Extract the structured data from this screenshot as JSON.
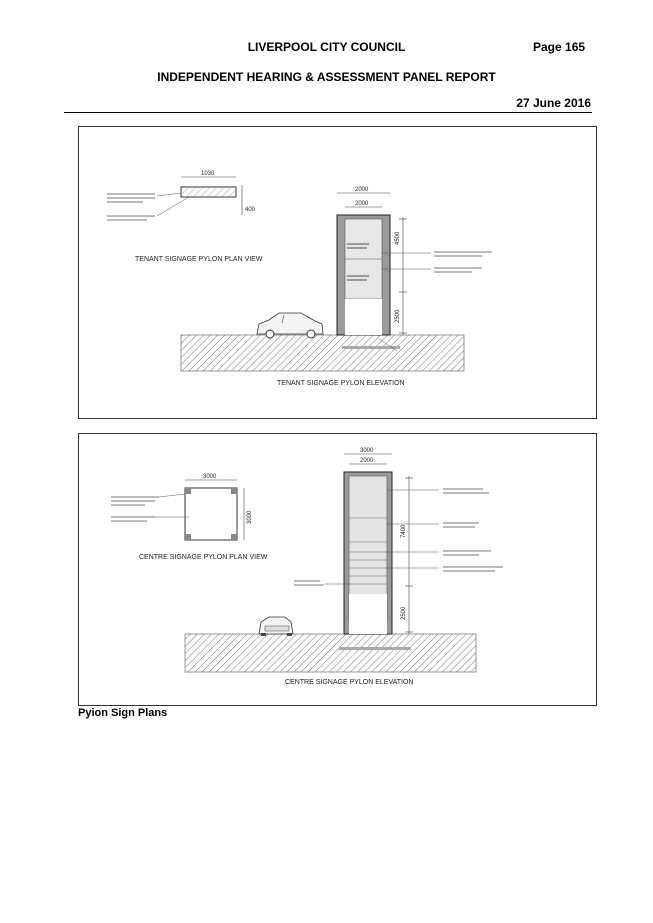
{
  "header": {
    "organization": "LIVERPOOL CITY COUNCIL",
    "page": "Page 165",
    "report_title": "INDEPENDENT HEARING & ASSESSMENT PANEL REPORT",
    "date": "27 June 2016"
  },
  "drawings": {
    "tenant": {
      "plan_title": "TENANT SIGNAGE PYLON PLAN VIEW",
      "elevation_title": "TENANT SIGNAGE PYLON ELEVATION",
      "dim_plan_width": "1030",
      "dim_plan_depth": "400",
      "dim_overall_width": "2000",
      "dim_inner_width": "2000",
      "dim_sign_height": "4500",
      "dim_base_height": "2500"
    },
    "centre": {
      "plan_title": "CENTRE SIGNAGE PYLON PLAN VIEW",
      "elevation_title": "CENTRE SIGNAGE PYLON ELEVATION",
      "dim_plan_width": "3000",
      "dim_plan_depth": "3000",
      "dim_overall_width": "3000",
      "dim_inner_width": "2000",
      "dim_sign_height": "7400",
      "dim_base_height": "2500"
    }
  },
  "caption": "Pyion Sign Plans"
}
